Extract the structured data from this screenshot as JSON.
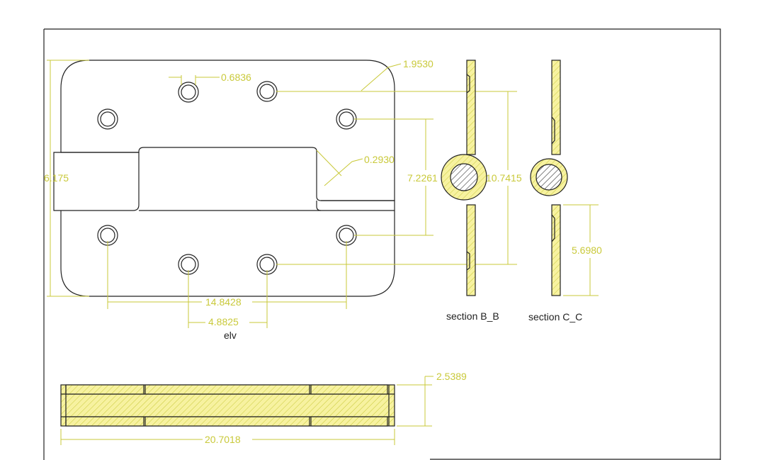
{
  "colors": {
    "outline": "#222222",
    "dimension": "#c9c93a",
    "hatch_fill": "#f7f2a0",
    "background": "#ffffff"
  },
  "dimensions": {
    "hole_dia": "0.6836",
    "corner_radius": "1.9530",
    "gap": "0.2930",
    "overall_height": "6.175",
    "hole_spacing_vertical": "7.2261",
    "section_height": "10.7415",
    "lower_leaf": "5.6980",
    "hole_spacing_horizontal": "14.8428",
    "inner_hole_spacing": "4.8825",
    "thickness": "2.5389",
    "overall_length": "20.7018"
  },
  "labels": {
    "elevation": "elv",
    "section_b": "section B_B",
    "section_c": "section C_C"
  }
}
